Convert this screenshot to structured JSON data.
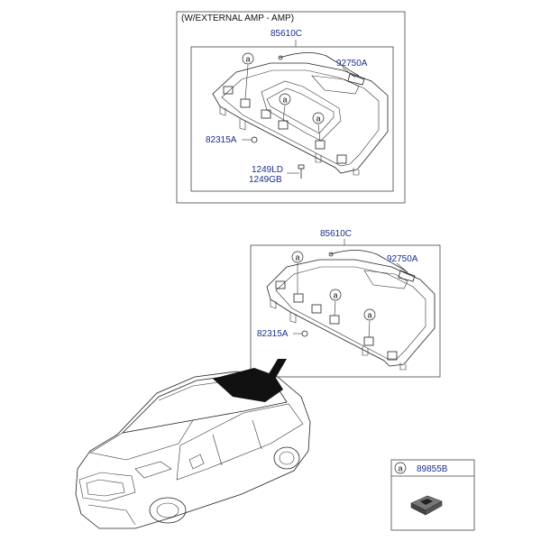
{
  "upper": {
    "header": "(W/EXTERNAL AMP - AMP)",
    "tray_part": "85610C",
    "cable_part": "92750A",
    "clip_part": "82315A",
    "bolt_part_1": "1249LD",
    "bolt_part_2": "1249GB"
  },
  "lower": {
    "tray_part": "85610C",
    "cable_part": "92750A",
    "clip_part": "82315A"
  },
  "legend": {
    "callout_letter": "a",
    "part": "89855B"
  },
  "callout_letter": "a"
}
